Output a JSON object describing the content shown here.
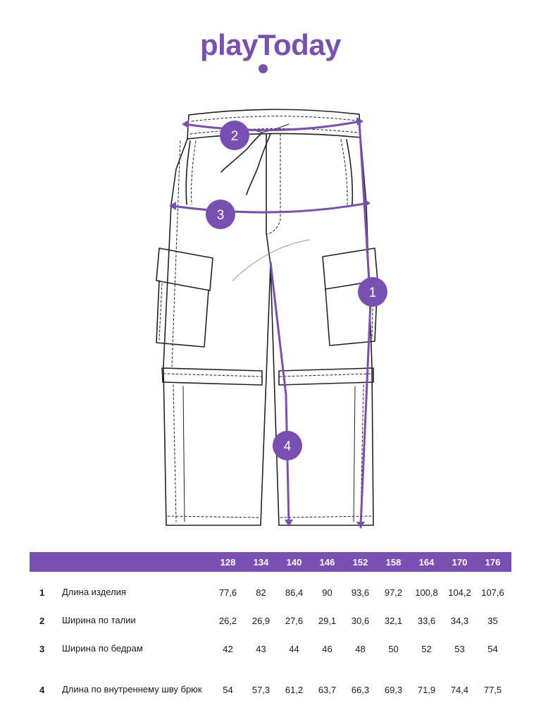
{
  "brand": {
    "logo_text": "playToday",
    "color": "#7a4fb3"
  },
  "diagram": {
    "markers": [
      {
        "number": "1"
      },
      {
        "number": "2"
      },
      {
        "number": "3"
      },
      {
        "number": "4"
      }
    ]
  },
  "table": {
    "header_color": "#7a4fb3",
    "header_text_color": "#ffffff",
    "sizes": [
      "128",
      "134",
      "140",
      "146",
      "152",
      "158",
      "164",
      "170",
      "176"
    ],
    "rows": [
      {
        "num": "1",
        "name": "Длина изделия",
        "values": [
          "77,6",
          "82",
          "86,4",
          "90",
          "93,6",
          "97,2",
          "100,8",
          "104,2",
          "107,6"
        ]
      },
      {
        "num": "2",
        "name": "Ширина по талии",
        "values": [
          "26,2",
          "26,9",
          "27,6",
          "29,1",
          "30,6",
          "32,1",
          "33,6",
          "34,3",
          "35"
        ]
      },
      {
        "num": "3",
        "name": "Ширина по бедрам",
        "values": [
          "42",
          "43",
          "44",
          "46",
          "48",
          "50",
          "52",
          "53",
          "54"
        ]
      },
      {
        "num": "4",
        "name": "Длина по внутреннему шву брюк",
        "values": [
          "54",
          "57,3",
          "61,2",
          "63,7",
          "66,3",
          "69,3",
          "71,9",
          "74,4",
          "77,5"
        ]
      }
    ]
  }
}
